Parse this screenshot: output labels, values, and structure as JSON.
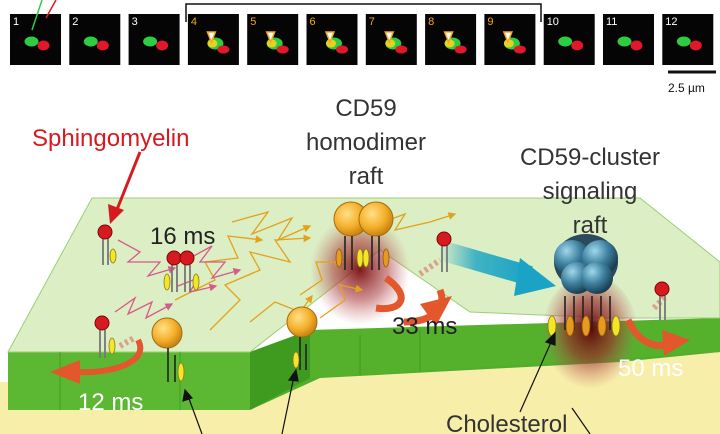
{
  "frames": {
    "labels": [
      "1",
      "2",
      "3",
      "4",
      "5",
      "6",
      "7",
      "8",
      "9",
      "10",
      "11",
      "12"
    ],
    "highlight_color": "#f5a623",
    "normal_color": "#ffffff",
    "scale_bar_label": "2.5 µm"
  },
  "labels": {
    "sphingomyelin": "Sphingomyelin",
    "cd59_homodimer": [
      "CD59",
      "homodimer",
      "raft"
    ],
    "cd59_cluster": [
      "CD59-cluster",
      "signaling",
      "raft"
    ],
    "cholesterol": "Cholesterol"
  },
  "dwell_times": {
    "t16": "16 ms",
    "t33": "33 ms",
    "t12": "12 ms",
    "t50": "50 ms"
  },
  "colors": {
    "membrane_top": "#dbeec4",
    "membrane_side": "#4fae2a",
    "sphingomyelin": "#d71920",
    "gpi_head": "#f5b12c",
    "lipid_tail": "#f2e52a",
    "arrow_orange": "#e2572b",
    "arrow_blue": "#1aa3c4",
    "trajectory_orange": "#e3a21a",
    "trajectory_pink": "#d65a8c",
    "raft_glow": "#8b1a1a"
  }
}
